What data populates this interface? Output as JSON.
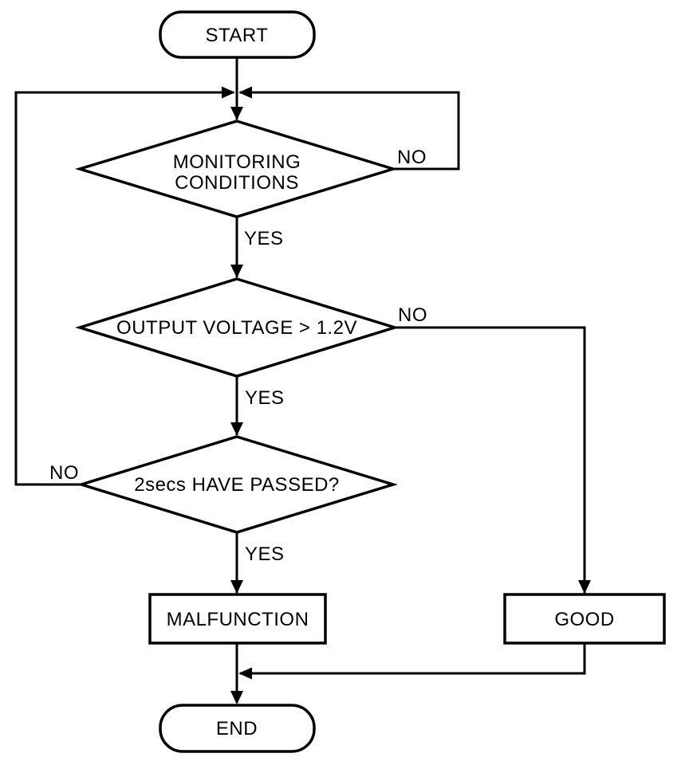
{
  "diagram": {
    "type": "flowchart",
    "background_color": "#ffffff",
    "stroke_color": "#000000",
    "text_color": "#000000"
  },
  "nodes": {
    "start": {
      "shape": "terminator",
      "label": "START"
    },
    "monitoring_conditions": {
      "shape": "decision",
      "lines": [
        "MONITORING",
        "CONDITIONS"
      ]
    },
    "output_voltage": {
      "shape": "decision",
      "label": "OUTPUT VOLTAGE > 1.2V"
    },
    "two_secs_passed": {
      "shape": "decision",
      "label": "2secs HAVE PASSED?"
    },
    "malfunction": {
      "shape": "process",
      "label": "MALFUNCTION"
    },
    "good": {
      "shape": "process",
      "label": "GOOD"
    },
    "end": {
      "shape": "terminator",
      "label": "END"
    }
  },
  "edge_labels": {
    "monitoring_no": "NO",
    "monitoring_yes": "YES",
    "voltage_no": "NO",
    "voltage_yes": "YES",
    "passed_no": "NO",
    "passed_yes": "YES"
  }
}
